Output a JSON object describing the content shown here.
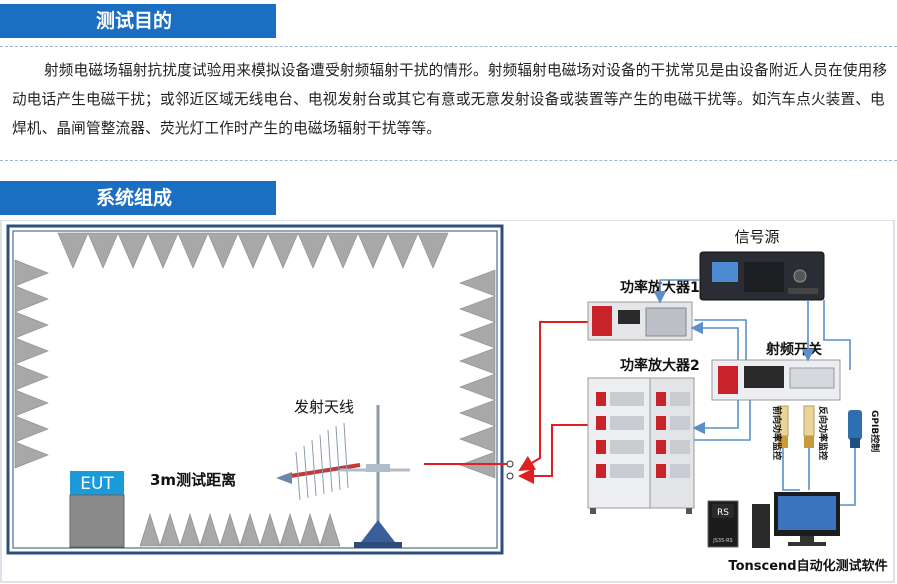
{
  "section1": {
    "title": "测试目的",
    "paragraph": "射频电磁场辐射抗扰度试验用来模拟设备遭受射频辐射干扰的情形。射频辐射电磁场对设备的干扰常见是由设备附近人员在使用移动电话产生电磁干扰；或邻近区域无线电台、电视发射台或其它有意或无意发射设备或装置等产生的电磁干扰等。如汽车点火装置、电焊机、晶闸管整流器、荧光灯工作时产生的电磁场辐射干扰等等。"
  },
  "section2": {
    "title": "系统组成"
  },
  "diagram": {
    "eut_label": "EUT",
    "distance_label": "3m测试距离",
    "antenna_label": "发射天线",
    "signal_source_label": "信号源",
    "amp1_label": "功率放大器1",
    "amp2_label": "功率放大器2",
    "rf_switch_label": "射频开关",
    "forward_monitor_label": "前向功率监控",
    "reverse_monitor_label": "反向功率监控",
    "gpib_label": "GPIB控制",
    "software_label": "Tonscend自动化测试软件",
    "software_box_text": "RS",
    "software_box_subtext": "JS35-RS",
    "colors": {
      "chamber_border": "#2f4f78",
      "absorber": "#a8a8a8",
      "rf_line": "#e02020",
      "control_line": "#5a8fc8",
      "accent": "#1a6fc2"
    }
  }
}
